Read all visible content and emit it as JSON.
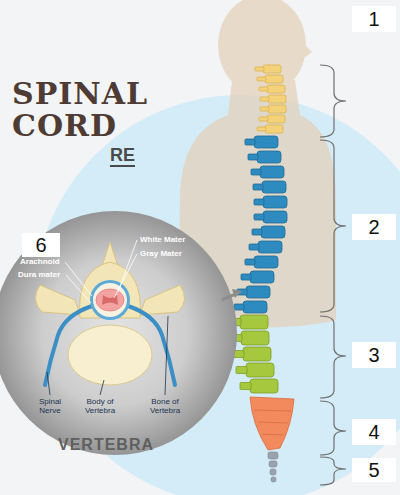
{
  "diagram": {
    "title": "SPINAL CORD",
    "nodes": [
      {
        "text": [
          "1"
        ]
      },
      {
        "text": [
          "2"
        ]
      },
      {
        "text": [
          "3"
        ]
      },
      {
        "text": [
          "4"
        ]
      },
      {
        "text": [
          "5"
        ]
      },
      {
        "text": [
          "6"
        ]
      }
    ],
    "labels": [
      "RE",
      "White Mater",
      "Gray Mater",
      "Arachnoid",
      "Dura mater",
      "Spinal Nerve",
      "Body of Vertebra",
      "Bone of Vertebra",
      "VERTEBRA"
    ]
  }
}
